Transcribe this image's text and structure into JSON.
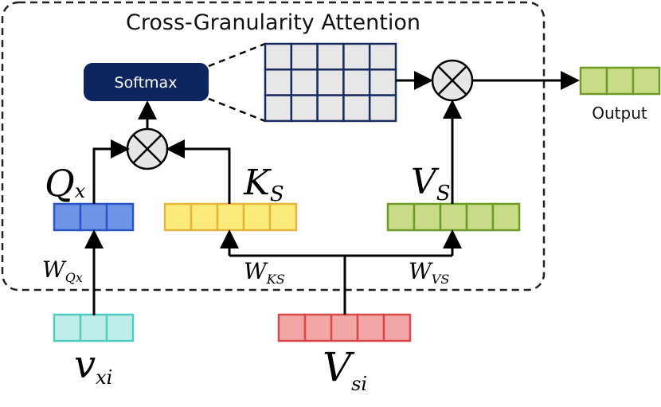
{
  "title": "Cross-Granularity Attention",
  "softmax_label": "Softmax",
  "output_label": "Output",
  "labels": {
    "Qx_main": "Q",
    "Qx_sub": "x",
    "Ks_main": "K",
    "Ks_sub": "S",
    "Vs_main": "V",
    "Vs_sub": "S",
    "WQx_main": "W",
    "WQx_sub": "Qx",
    "WKS_main": "W",
    "WKS_sub": "KS",
    "WVS_main": "W",
    "WVS_sub": "VS",
    "vxi_main": "v",
    "vxi_sub": "xi",
    "Vsi_main": "V",
    "Vsi_sub": "si"
  },
  "colors": {
    "q_fill": "#6f96e6",
    "q_stroke": "#2a55c6",
    "k_fill": "#fbeb7a",
    "k_stroke": "#e5b43a",
    "v_fill": "#c8dc88",
    "v_stroke": "#6f9a24",
    "vxi_fill": "#bfeeea",
    "vxi_stroke": "#50ccc2",
    "vsi_fill": "#f3a6a6",
    "vsi_stroke": "#d84a4a",
    "out_fill": "#c8dc88",
    "out_stroke": "#6f9a24",
    "matrix_fill": "#e7e7e7",
    "matrix_stroke": "#1a2b5f",
    "softmax_fill": "#0f2560"
  }
}
